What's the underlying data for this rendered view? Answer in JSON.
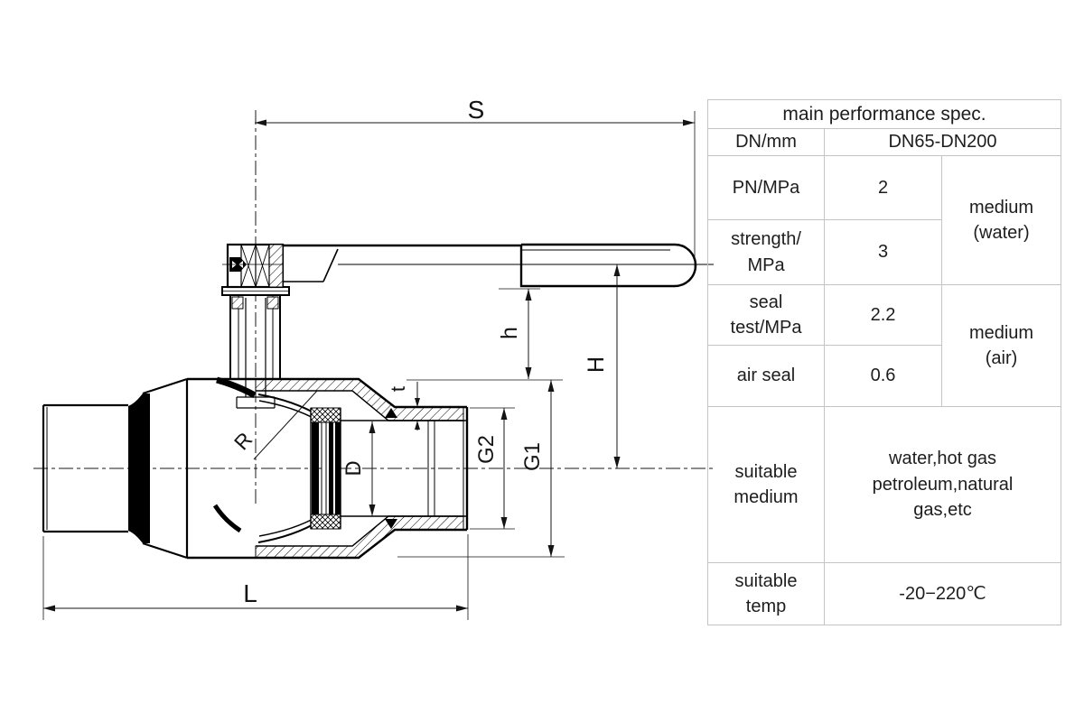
{
  "drawing": {
    "type": "fully-welded ball valve cross-section",
    "line_color": "#000000",
    "dimension_labels": {
      "s": "S",
      "h_small": "h",
      "h_big": "H",
      "t": "t",
      "g2": "G2",
      "g1": "G1",
      "d": "D",
      "r": "R",
      "l": "L"
    }
  },
  "table": {
    "title": "main performance spec.",
    "border_color": "#c4c4c4",
    "text_color": "#1d1d1d",
    "rows": [
      {
        "label": "DN/mm",
        "value": "DN65-DN200"
      },
      {
        "label": "PN/MPa",
        "value": "2",
        "medium": "medium\n(water)"
      },
      {
        "label": "strength/\nMPa",
        "value": "3"
      },
      {
        "label": "seal\ntest/MPa",
        "value": "2.2",
        "medium": "medium\n(air)"
      },
      {
        "label": "air seal",
        "value": "0.6"
      },
      {
        "label": "suitable\nmedium",
        "value": "water,hot gas\npetroleum,natural\ngas,etc"
      },
      {
        "label": "suitable\ntemp",
        "value": "-20−220℃"
      }
    ]
  }
}
